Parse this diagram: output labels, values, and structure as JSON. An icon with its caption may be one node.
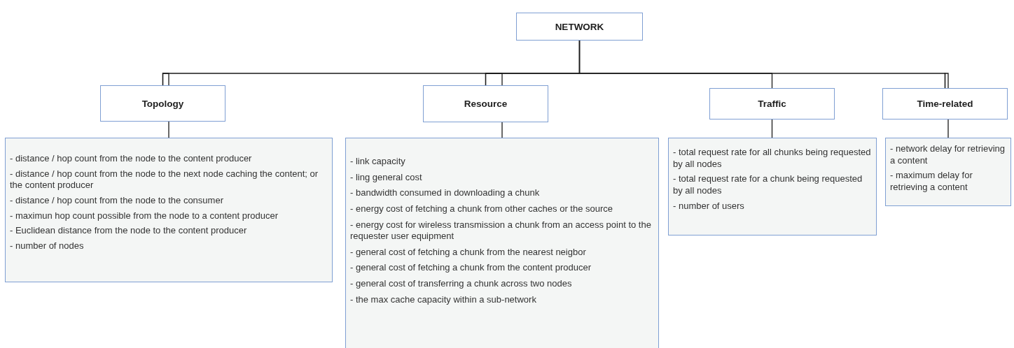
{
  "diagram": {
    "nodes": [
      {
        "text": [
          "NETWORK"
        ]
      },
      {
        "text": [
          "Topology"
        ]
      },
      {
        "text": [
          "Resource"
        ]
      },
      {
        "text": [
          "Traffic"
        ]
      },
      {
        "text": [
          "Time-related"
        ]
      },
      {
        "text": [
          "- distance / hop count from the node to the content producer",
          "- distance / hop count from the node to the next node caching the content; or the content producer",
          "- distance / hop count from the node to the consumer",
          "- maximun hop count possible from the node to a content producer",
          "- Euclidean distance from the node to the content producer",
          "- number of nodes"
        ]
      },
      {
        "text": [
          "- link capacity",
          "- ling general cost",
          "- bandwidth consumed in downloading a chunk",
          "- energy cost of fetching a chunk from other caches or the source",
          "- energy cost for wireless transmission a chunk from an access point to the requester user equipment",
          "- general cost of fetching a chunk from the nearest neigbor",
          "- general cost of fetching a chunk from the content producer",
          "- general cost of transferring a chunk across two nodes",
          "- the max cache capacity within a sub-network"
        ]
      },
      {
        "text": [
          "- total request rate for all chunks being requested by all nodes",
          "- total request rate for a chunk being requested by all nodes",
          "- number of users"
        ]
      },
      {
        "text": [
          "- network delay for retrieving a content",
          "- maximum delay for retrieving a content"
        ]
      }
    ],
    "edges": [
      {
        "from": 0,
        "to": 1,
        "arrow": "none"
      },
      {
        "from": 0,
        "to": 2,
        "arrow": "none"
      },
      {
        "from": 0,
        "to": 3,
        "arrow": "none"
      },
      {
        "from": 0,
        "to": 4,
        "arrow": "none"
      },
      {
        "from": 1,
        "to": 5,
        "arrow": "none"
      },
      {
        "from": 2,
        "to": 6,
        "arrow": "none"
      },
      {
        "from": 3,
        "to": 7,
        "arrow": "none"
      },
      {
        "from": 4,
        "to": 8,
        "arrow": "none"
      }
    ]
  }
}
